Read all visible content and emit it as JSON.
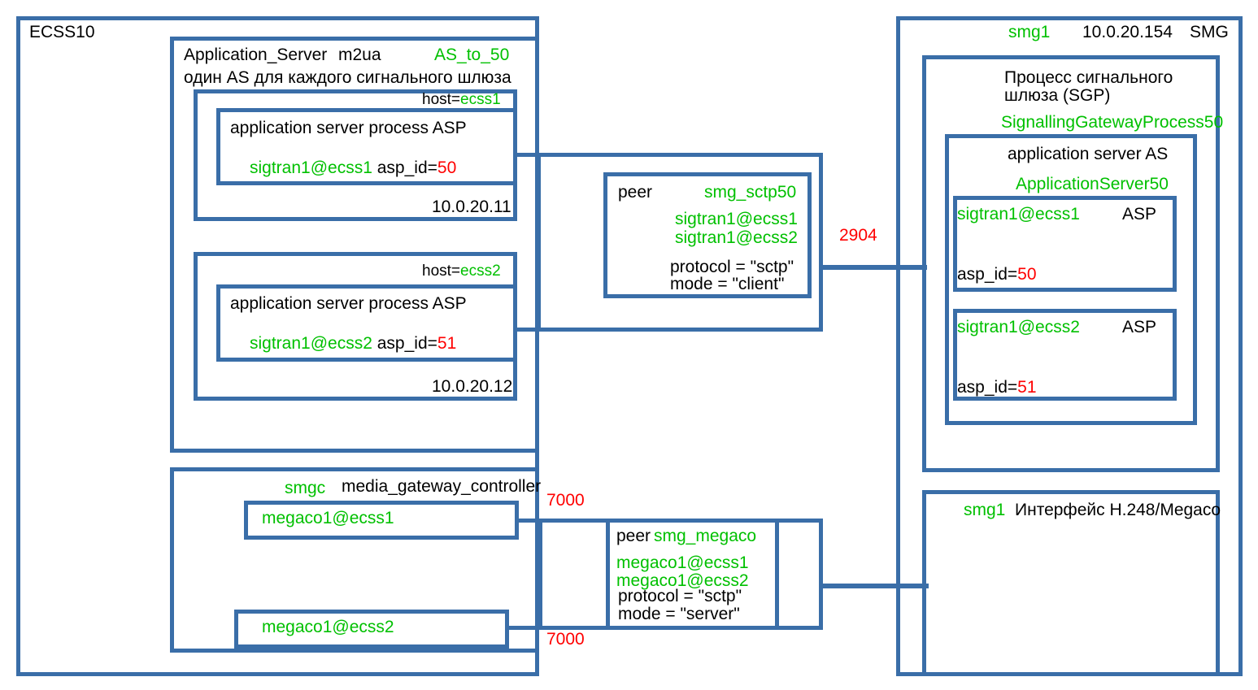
{
  "diagram": {
    "title": "ECSS10 to SMG sigtran / megaco topology",
    "colors": {
      "border_blue": "#3a6ea8",
      "green_text": "#00c000",
      "red_text": "#ff0000",
      "black_text": "#000000",
      "background": "#ffffff"
    }
  },
  "ecss10": {
    "label": "ECSS10",
    "application_server": {
      "title": "Application_Server",
      "protocol": "m2ua",
      "as_name": "AS_to_50",
      "note": "один AS для каждого сигнального шлюза",
      "hosts": [
        {
          "host_label": "host=",
          "host_name": "ecss1",
          "process_title": "application server process ASP",
          "sigtran": "sigtran1@ecss1",
          "asp_id_label": "asp_id=",
          "asp_id": "50",
          "ip": "10.0.20.11"
        },
        {
          "host_label": "host=",
          "host_name": "ecss2",
          "process_title": "application server process ASP",
          "sigtran": "sigtran1@ecss2",
          "asp_id_label": "asp_id=",
          "asp_id": "51",
          "ip": "10.0.20.12"
        }
      ]
    },
    "media_gateway_controller": {
      "smgc_name": "smgc",
      "title": "media_gateway_controller",
      "endpoints": [
        {
          "name": "megaco1@ecss1"
        },
        {
          "name": "megaco1@ecss2"
        }
      ]
    }
  },
  "peers": {
    "sctp": {
      "peer_label": "peer",
      "peer_name": "smg_sctp50",
      "members": [
        "sigtran1@ecss1",
        "sigtran1@ecss2"
      ],
      "protocol": "protocol = \"sctp\"",
      "mode": "mode = \"client\""
    },
    "megaco": {
      "peer_label": "peer",
      "peer_name": "smg_megaco",
      "members": [
        "megaco1@ecss1",
        "megaco1@ecss2"
      ],
      "protocol": "protocol = \"sctp\"",
      "mode": "mode = \"server\""
    }
  },
  "ports": {
    "sctp_port": "2904",
    "megaco_port_top": "7000",
    "megaco_port_bottom": "7000"
  },
  "smg": {
    "node_name": "smg1",
    "ip": "10.0.20.154",
    "label": "SMG",
    "sgp": {
      "title_line1": "Процесс сигнального",
      "title_line2": "шлюза (SGP)",
      "name": "SignallingGatewayProcess50",
      "application_server": {
        "title": "application server AS",
        "name": "ApplicationServer50",
        "asps": [
          {
            "sigtran": "sigtran1@ecss1",
            "role": "ASP",
            "asp_id_label": "asp_id=",
            "asp_id": "50"
          },
          {
            "sigtran": "sigtran1@ecss2",
            "role": "ASP",
            "asp_id_label": "asp_id=",
            "asp_id": "51"
          }
        ]
      }
    },
    "megaco_interface": {
      "node_name": "smg1",
      "title": "Интерфейс H.248/Megaco"
    }
  }
}
